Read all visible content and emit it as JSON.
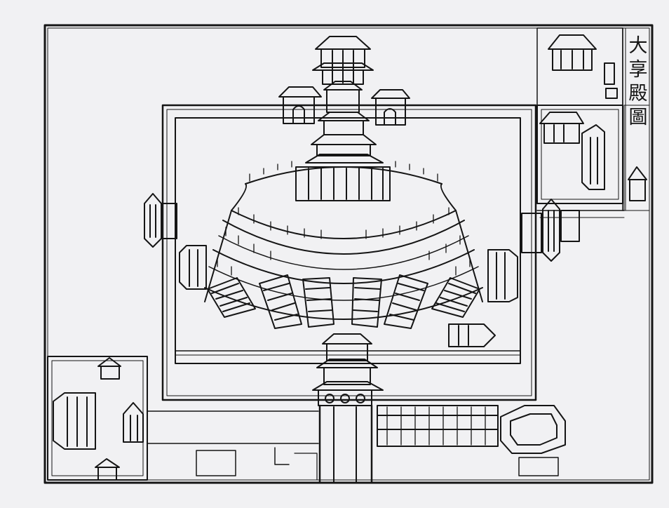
{
  "title": "大享殿圖",
  "title_chars": [
    "大",
    "享",
    "殿",
    "圖"
  ],
  "colors": {
    "paper": "#f1f1f3",
    "ink": "#151515"
  }
}
